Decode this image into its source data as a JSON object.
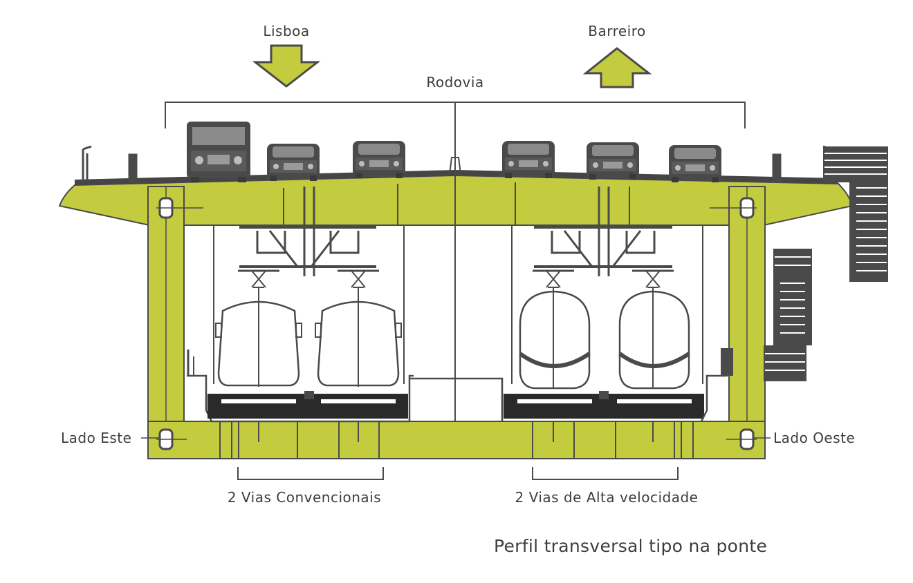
{
  "labels": {
    "lisboa": "Lisboa",
    "barreiro": "Barreiro",
    "rodovia": "Rodovia",
    "lado_este": "Lado Este",
    "lado_oeste": "Lado Oeste",
    "vias_convencionais": "2 Vias Convencionais",
    "vias_alta_velocidade": "2 Vias de Alta velocidade"
  },
  "caption": "Perfil transversal tipo na ponte",
  "colors": {
    "structure": "#c3cc3f",
    "outline": "#4a4a4a",
    "dark": "#454545",
    "text": "#3d3d3d",
    "background": "#ffffff"
  },
  "icons": {
    "lisboa_arrow": "arrow-down-icon",
    "barreiro_arrow": "arrow-up-icon"
  }
}
